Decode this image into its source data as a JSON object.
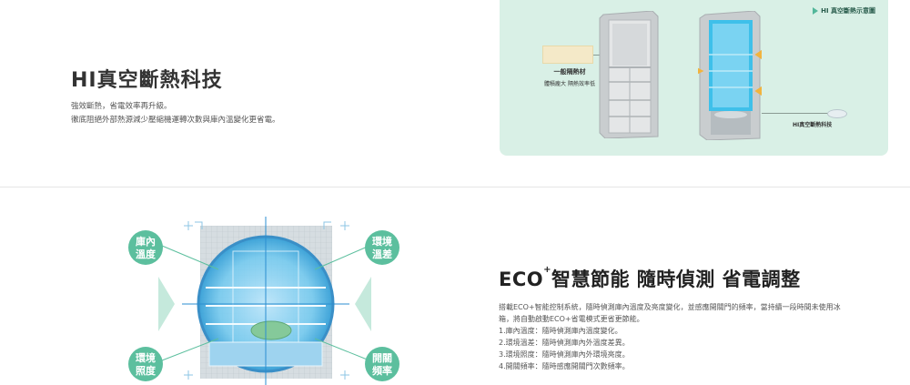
{
  "section1": {
    "title": "HI真空斷熱科技",
    "desc_line1": "強效斷熱，省電效率再升級。",
    "desc_line2": "徹底阻絕外部熱源減少壓縮機運轉次數與庫內溫變化更省電。",
    "diagram": {
      "legend": "HI 真空斷熱示意圖",
      "foam_label": "一般隔熱材",
      "foam_sublabel": "體積龐大 隔熱效率低",
      "vip_label": "HI真空斷熱科技"
    }
  },
  "section2": {
    "title_main": "ECO",
    "title_sup": "+",
    "title_rest": "智慧節能 隨時偵測 省電調整",
    "desc_line1": "搭載ECO+智能控制系統，隨時偵測庫內溫度及亮度變化，並感應開關門的頻率，當持續一段時間未使用冰",
    "desc_line2": "箱，將自動啟動ECO+省電模式更省更節能。",
    "list": [
      "1.庫內溫度：隨時偵測庫內溫度變化。",
      "2.環境溫差：隨時偵測庫內外溫度差異。",
      "3.環境照度：隨時偵測庫內外環境亮度。",
      "4.開關頻率：隨時感應開關門次數頻率。"
    ],
    "badges": {
      "top_left": [
        "庫內",
        "溫度"
      ],
      "top_right": [
        "環境",
        "溫差"
      ],
      "bottom_left": [
        "環境",
        "照度"
      ],
      "bottom_right": [
        "開關",
        "頻率"
      ]
    },
    "colors": {
      "badge": "#5cbf9e",
      "accent": "#52b79a"
    }
  }
}
